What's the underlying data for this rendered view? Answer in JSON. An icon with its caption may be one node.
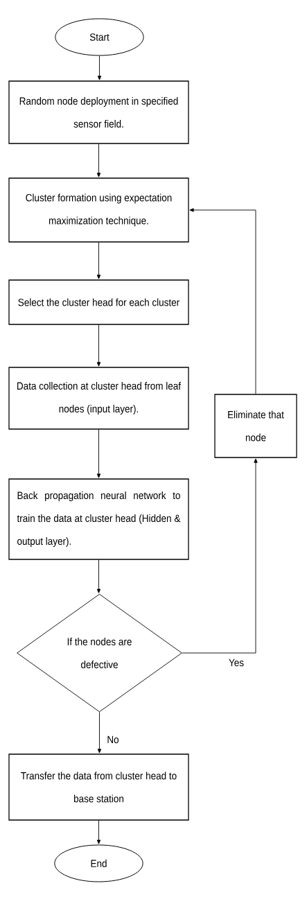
{
  "diagram": {
    "nodes": [
      {
        "text": [
          "Start"
        ]
      },
      {
        "text": [
          "Random node deployment in specified sensor field."
        ]
      },
      {
        "text": [
          "Cluster formation using expectation maximization technique."
        ]
      },
      {
        "text": [
          "Select the cluster head for each cluster"
        ]
      },
      {
        "text": [
          "Data collection at cluster head from leaf nodes (input layer)."
        ]
      },
      {
        "text": [
          "Back propagation neural network to train the data at cluster head (Hidden & output layer)."
        ]
      },
      {
        "text": [
          "If the nodes are defective"
        ]
      },
      {
        "text": [
          "Eliminate that node"
        ]
      },
      {
        "text": [
          "Transfer the data from cluster head to base station"
        ]
      },
      {
        "text": [
          "End"
        ]
      }
    ],
    "edges": [
      {
        "from": 0,
        "to": 1,
        "arrow": "to"
      },
      {
        "from": 1,
        "to": 2,
        "arrow": "to"
      },
      {
        "from": 2,
        "to": 3,
        "arrow": "to"
      },
      {
        "from": 3,
        "to": 4,
        "arrow": "to"
      },
      {
        "from": 4,
        "to": 5,
        "arrow": "to"
      },
      {
        "from": 5,
        "to": 6,
        "arrow": "to"
      },
      {
        "from": 6,
        "to": 7,
        "arrow": "to",
        "label": "Yes"
      },
      {
        "from": 7,
        "to": 2,
        "arrow": "to"
      },
      {
        "from": 6,
        "to": 8,
        "arrow": "to",
        "label": "No"
      },
      {
        "from": 8,
        "to": 9,
        "arrow": "to"
      }
    ]
  }
}
